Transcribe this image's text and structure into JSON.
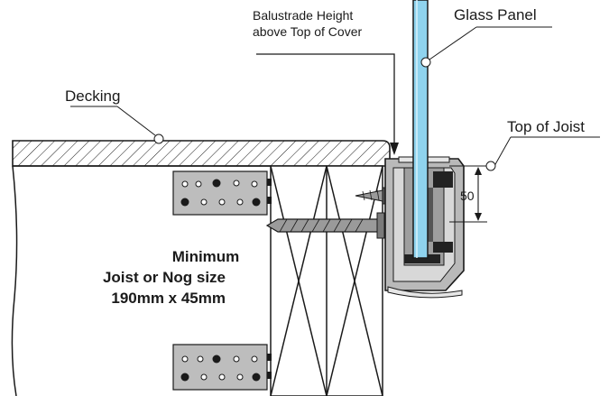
{
  "labels": {
    "decking": "Decking",
    "balustrade_line1": "Balustrade Height",
    "balustrade_line2": "above Top of Cover",
    "glass_panel": "Glass Panel",
    "top_of_joist": "Top of Joist",
    "dimension": "50",
    "note_line1": "Minimum",
    "note_line2": "Joist or Nog size",
    "note_line3": "190mm x 45mm"
  },
  "colors": {
    "glass": "#8fd3ee",
    "channel": "#b9b9b9",
    "plate": "#bdbdbd",
    "stroke": "#1a1a1a",
    "rubber": "#222222"
  }
}
